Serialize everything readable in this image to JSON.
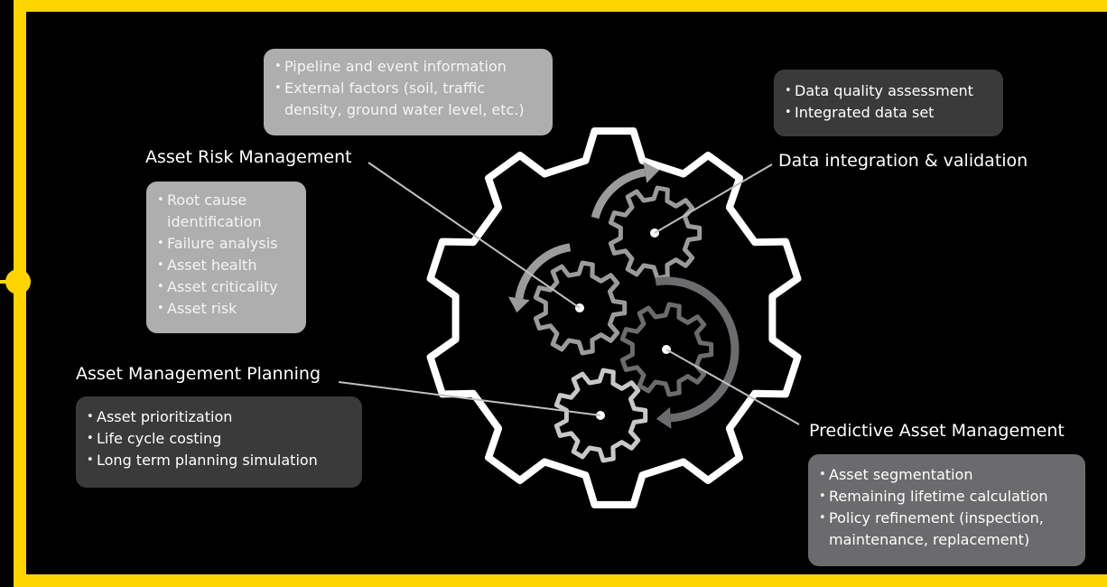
{
  "colors": {
    "frame": "#FFD400",
    "background": "#000000"
  },
  "risk": {
    "top_items": [
      "Pipeline and event information",
      "External factors (soil, traffic density, ground water level, etc.)"
    ],
    "title": "Asset Risk Management",
    "items": [
      "Root cause identification",
      "Failure analysis",
      "Asset health",
      "Asset criticality",
      "Asset risk"
    ]
  },
  "integration": {
    "title": "Data integration & validation",
    "items": [
      "Data quality assessment",
      "Integrated data set"
    ]
  },
  "planning": {
    "title": "Asset Management Planning",
    "items": [
      "Asset prioritization",
      "Life cycle costing",
      "Long term planning simulation"
    ]
  },
  "predictive": {
    "title": "Predictive Asset Management",
    "items": [
      "Asset segmentation",
      "Remaining lifetime calculation",
      "Policy refinement (inspection, maintenance, replacement)"
    ]
  }
}
